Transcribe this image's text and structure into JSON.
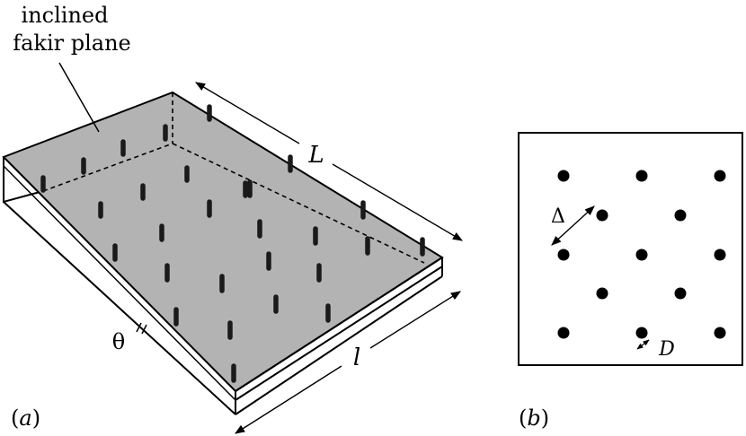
{
  "panel_a": {
    "callout_line1": "inclined",
    "callout_line2": "fakir plane",
    "length_label": "L",
    "width_label": "l",
    "angle_label": "θ",
    "panel_label_paren_open": "(",
    "panel_label_letter": "a",
    "panel_label_paren_close": ")"
  },
  "panel_b": {
    "spacing_label": "Δ",
    "diameter_label": "D",
    "panel_label_paren_open": "(",
    "panel_label_letter": "b",
    "panel_label_paren_close": ")"
  },
  "colors": {
    "plane_fill": "#b3b3b3",
    "ink": "#000000",
    "background": "#ffffff"
  }
}
